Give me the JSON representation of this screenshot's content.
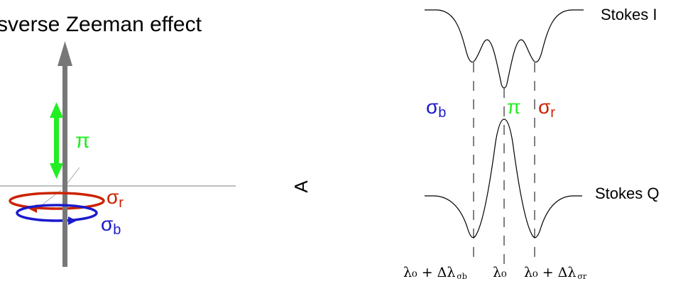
{
  "title": "sverse Zeeman effect",
  "left_panel": {
    "pi_label": "π",
    "sigma_r_label": {
      "base": "σ",
      "sub": "r"
    },
    "sigma_b_label": {
      "base": "σ",
      "sub": "b"
    },
    "colors": {
      "pi": "#22ee22",
      "sigma_r": "#cc2200",
      "sigma_b": "#1a1acc",
      "axis": "#777777"
    }
  },
  "observer_symbol": "A",
  "right_panel": {
    "stokes_i_label": "Stokes I",
    "stokes_q_label": "Stokes Q",
    "sigma_b_label": {
      "base": "σ",
      "sub": "b"
    },
    "pi_label": "π",
    "sigma_r_label": {
      "base": "σ",
      "sub": "r"
    },
    "bottom_labels": {
      "left": {
        "main": "λ₀ + Δλ",
        "sub": "σb"
      },
      "center": {
        "main": "λ₀"
      },
      "right": {
        "main": "λ₀ + Δλ",
        "sub": "σr"
      }
    }
  }
}
